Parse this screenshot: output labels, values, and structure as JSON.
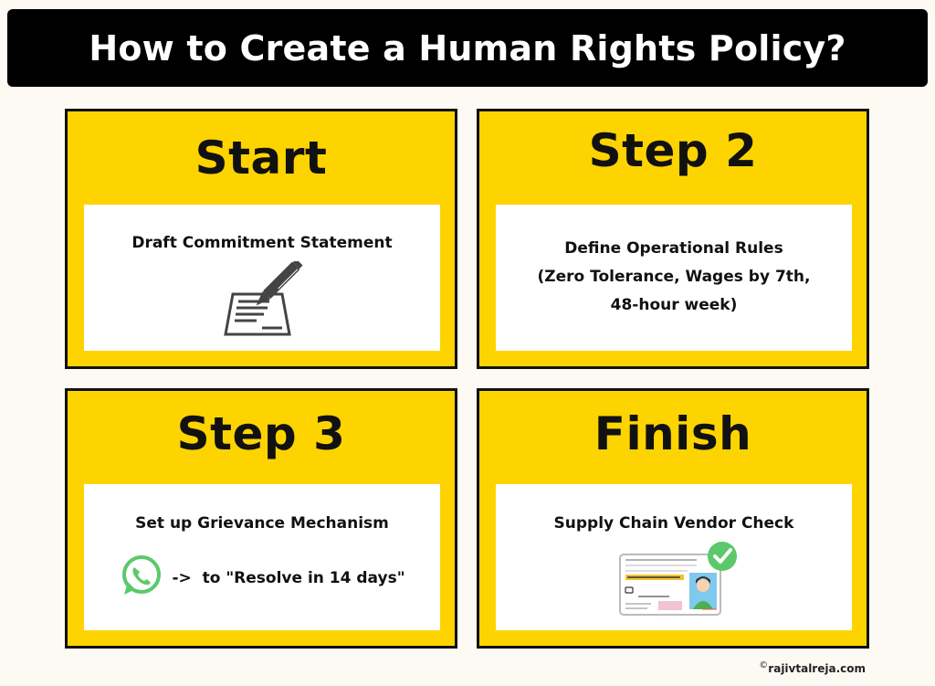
{
  "header": {
    "title": "How to Create a Human Rights Policy?"
  },
  "colors": {
    "background": "#fdfaf3",
    "title_bar": "#000000",
    "card_fill": "#fdd400",
    "card_border": "#111111",
    "panel": "#ffffff",
    "whatsapp_green": "#5cc86a",
    "check_green": "#5cc86a"
  },
  "steps": [
    {
      "heading": "Start",
      "lines": [
        "Draft Commitment Statement"
      ],
      "icon": "document-pen-icon"
    },
    {
      "heading": "Step 2",
      "lines": [
        "Define Operational Rules",
        "(Zero Tolerance, Wages by 7th,",
        "48-hour week)"
      ],
      "icon": null
    },
    {
      "heading": "Step 3",
      "lines": [
        "Set up Grievance Mechanism"
      ],
      "icon": "whatsapp-icon",
      "icon_caption": "->  to \"Resolve in 14 days\""
    },
    {
      "heading": "Finish",
      "lines": [
        "Supply Chain Vendor Check"
      ],
      "icon": "verified-id-card-icon"
    }
  ],
  "footer": {
    "copyright_symbol": "©",
    "credit": "rajivtalreja.com"
  }
}
